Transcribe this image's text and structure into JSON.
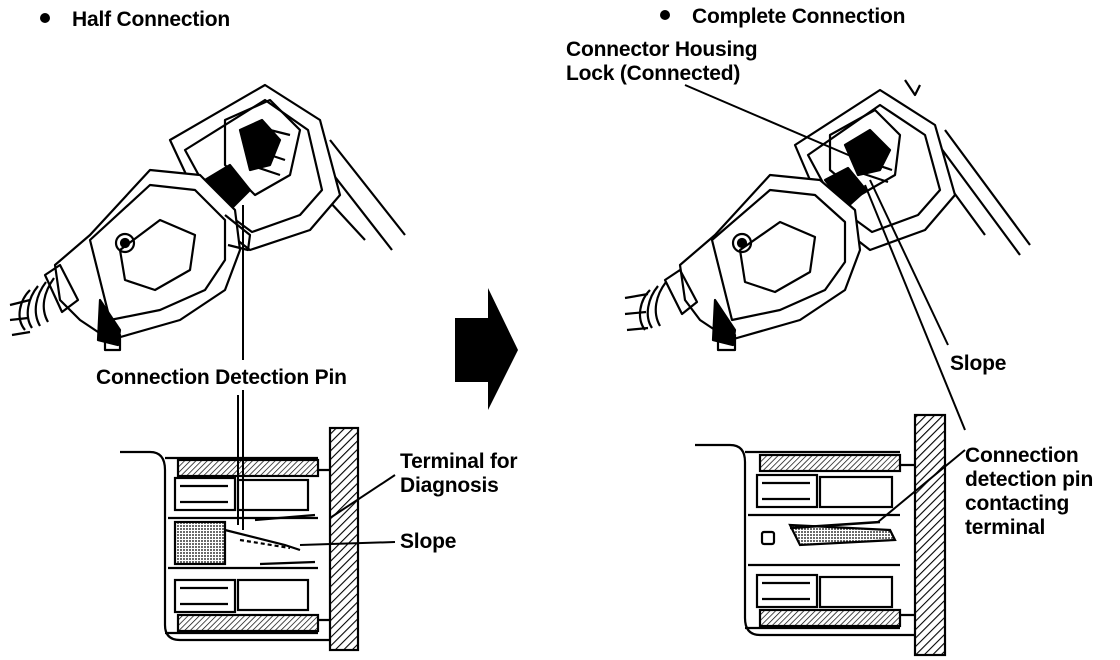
{
  "left_panel": {
    "heading": "Half Connection",
    "labels": {
      "detection_pin": "Connection Detection Pin",
      "terminal_line1": "Terminal for",
      "terminal_line2": "Diagnosis",
      "slope": "Slope"
    }
  },
  "right_panel": {
    "heading": "Complete Connection",
    "labels": {
      "housing_lock_line1": "Connector Housing",
      "housing_lock_line2": "Lock (Connected)",
      "slope": "Slope",
      "contact_line1": "Connection",
      "contact_line2": "detection pin",
      "contact_line3": "contacting",
      "contact_line4": "terminal"
    }
  },
  "arrow": {
    "direction": "right",
    "icon": "right-arrow-icon"
  },
  "colors": {
    "ink": "#000000",
    "paper": "#ffffff"
  }
}
